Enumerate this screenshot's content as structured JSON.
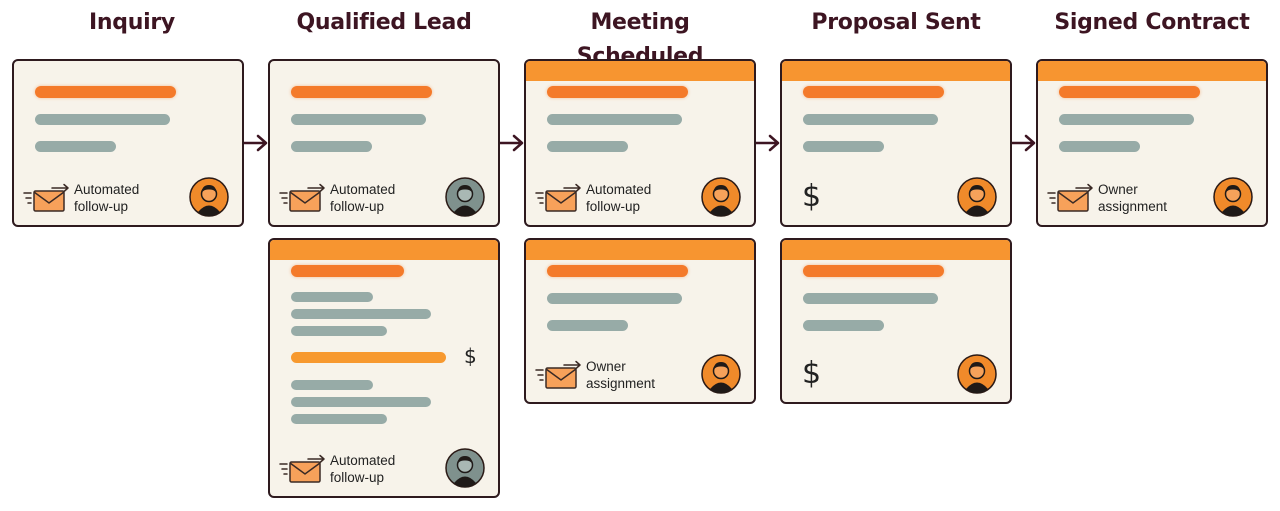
{
  "stages": [
    {
      "title": "Inquiry"
    },
    {
      "title": "Qualified Lead"
    },
    {
      "title": "Meeting Scheduled"
    },
    {
      "title": "Proposal Sent"
    },
    {
      "title": "Signed Contract"
    }
  ],
  "cards": {
    "inquiry_1": {
      "footer": "Automated\nfollow-up",
      "avatar_color": "orange"
    },
    "qualified_1": {
      "footer": "Automated\nfollow-up",
      "avatar_color": "gray"
    },
    "qualified_2": {
      "amount": "$",
      "footer": "Automated\nfollow-up",
      "avatar_color": "gray"
    },
    "meeting_1": {
      "footer": "Automated\nfollow-up",
      "avatar_color": "orange"
    },
    "meeting_2": {
      "footer": "Owner\nassignment",
      "avatar_color": "orange"
    },
    "proposal_1": {
      "amount": "$",
      "avatar_color": "orange"
    },
    "proposal_2": {
      "amount": "$",
      "avatar_color": "orange"
    },
    "signed_1": {
      "footer": "Owner\nassignment",
      "avatar_color": "orange"
    }
  },
  "colors": {
    "title": "#3d1522",
    "accent_orange": "#f47a2a",
    "header_orange": "#f79530",
    "line_gray": "#97aba7",
    "card_bg": "#f7f3ea",
    "border": "#2e1a1e",
    "avatar_gray": "#7f918d"
  },
  "icons": [
    "mail-fast-icon",
    "person-avatar-icon",
    "arrow-right-icon"
  ]
}
